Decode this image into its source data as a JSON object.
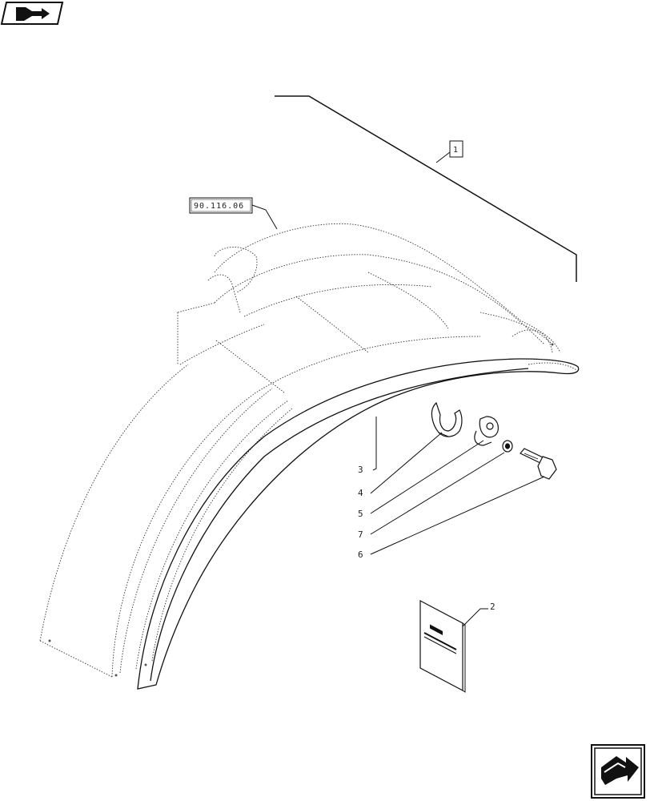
{
  "header": {
    "nav_icon": "previous-page-arrow-icon"
  },
  "references": {
    "assembly_ref": "1",
    "section_ref": "90.116.06"
  },
  "callouts": [
    {
      "label": "3"
    },
    {
      "label": "4"
    },
    {
      "label": "5"
    },
    {
      "label": "7"
    },
    {
      "label": "6"
    },
    {
      "label": "2"
    }
  ],
  "footer": {
    "nav_icon": "next-page-arrow-icon"
  }
}
